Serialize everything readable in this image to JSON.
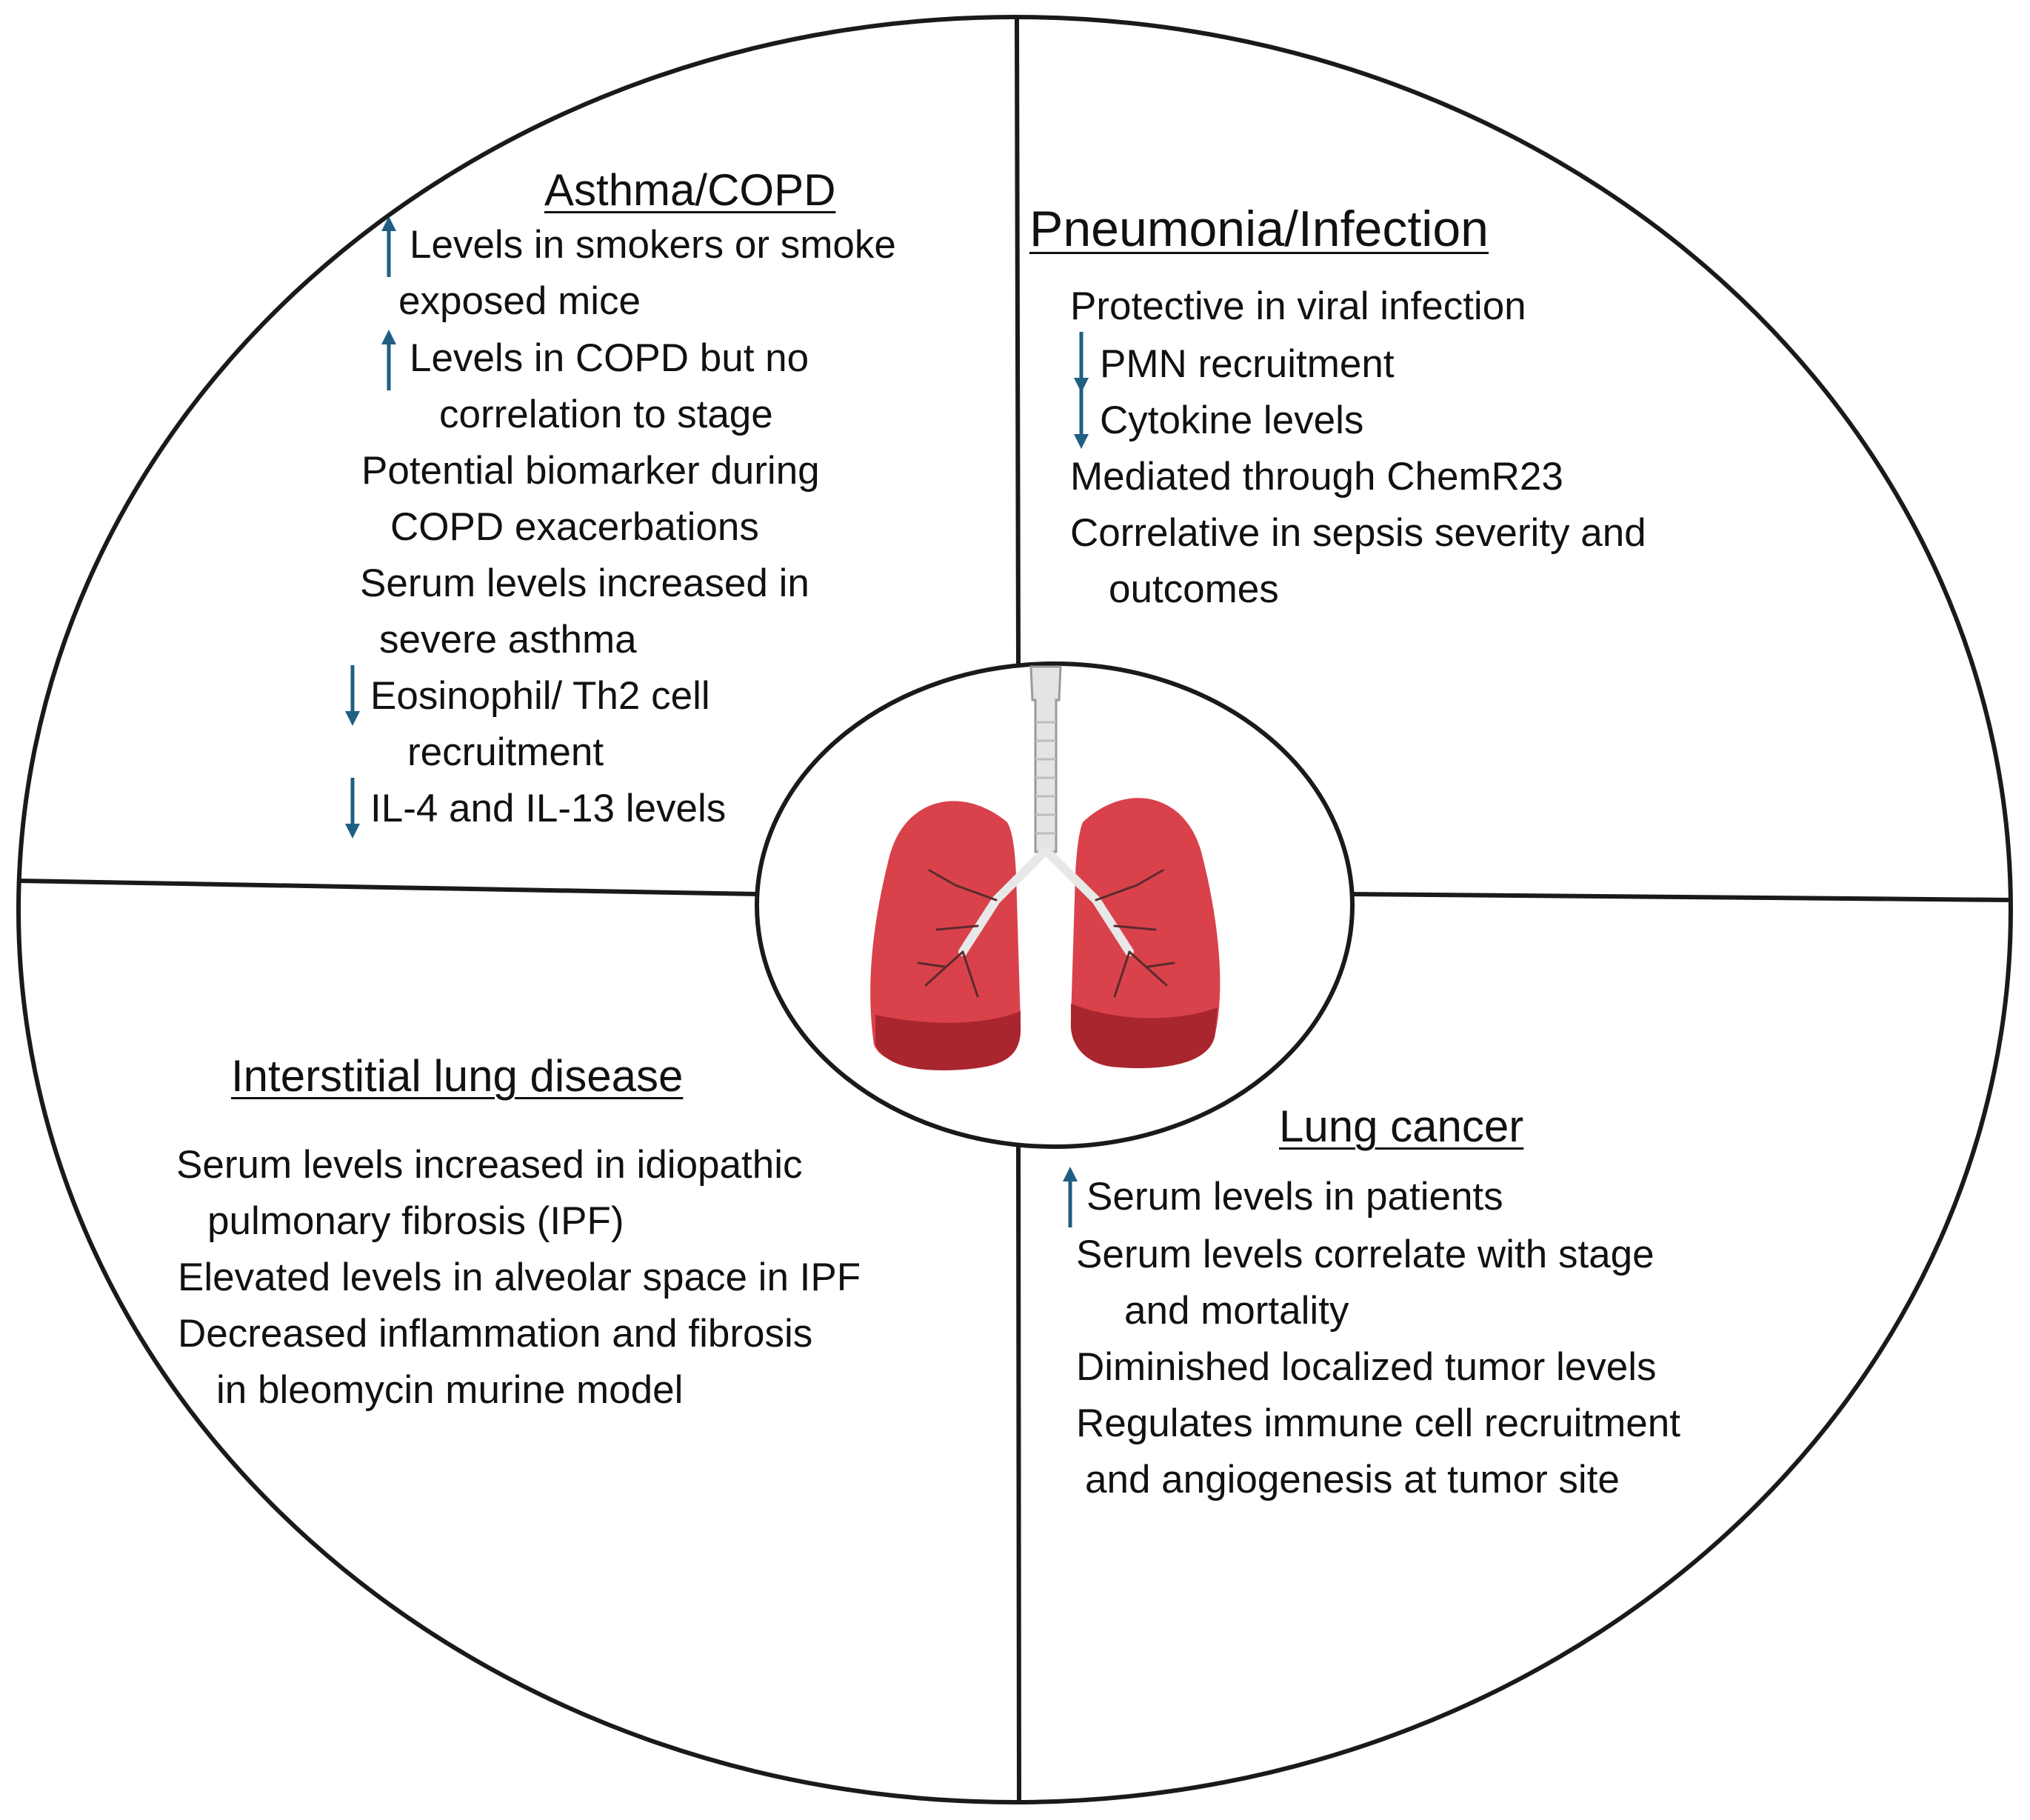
{
  "colors": {
    "circle_stroke": "#1a1a1a",
    "arrow": "#1f5f82",
    "lung_fill": "#d9424a",
    "lung_dark": "#a9262e",
    "trachea": "#e4e4e4"
  },
  "quadrants": {
    "asthma": {
      "heading": "Asthma/COPD",
      "lines": {
        "l1": "Levels in smokers or smoke",
        "l2": "exposed mice",
        "l3": "Levels in COPD but no",
        "l4": "correlation to stage",
        "l5": "Potential biomarker during",
        "l6": "COPD  exacerbations",
        "l7": "Serum levels increased in",
        "l8": "severe asthma",
        "l9": "Eosinophil/ Th2 cell",
        "l10": "recruitment",
        "l11": "IL-4 and IL-13 levels"
      },
      "icons": {
        "l1": "up-arrow-icon",
        "l3": "up-arrow-icon",
        "l9": "down-arrow-icon",
        "l11": "down-arrow-icon"
      }
    },
    "pneumonia": {
      "heading": "Pneumonia/Infection",
      "lines": {
        "l1": "Protective in viral infection",
        "l2": "PMN recruitment",
        "l3": "Cytokine levels",
        "l4": "Mediated through ChemR23",
        "l5": "Correlative in sepsis severity and",
        "l6": "outcomes"
      },
      "icons": {
        "l2": "down-arrow-icon",
        "l3": "down-arrow-icon"
      }
    },
    "ild": {
      "heading": "Interstitial lung disease",
      "lines": {
        "l1": "Serum levels increased in idiopathic",
        "l2": "pulmonary fibrosis (IPF)",
        "l3": "Elevated levels in alveolar space in IPF",
        "l4": "Decreased inflammation and fibrosis",
        "l5": "in bleomycin murine model"
      }
    },
    "cancer": {
      "heading": "Lung cancer",
      "lines": {
        "l1": "Serum levels in patients",
        "l2": "Serum levels correlate with stage",
        "l3": "and mortality",
        "l4": "Diminished localized tumor levels",
        "l5": "Regulates immune cell recruitment",
        "l6": "and angiogenesis at tumor site"
      },
      "icons": {
        "l1": "up-arrow-icon"
      }
    }
  },
  "center": {
    "icon": "lungs-icon"
  }
}
